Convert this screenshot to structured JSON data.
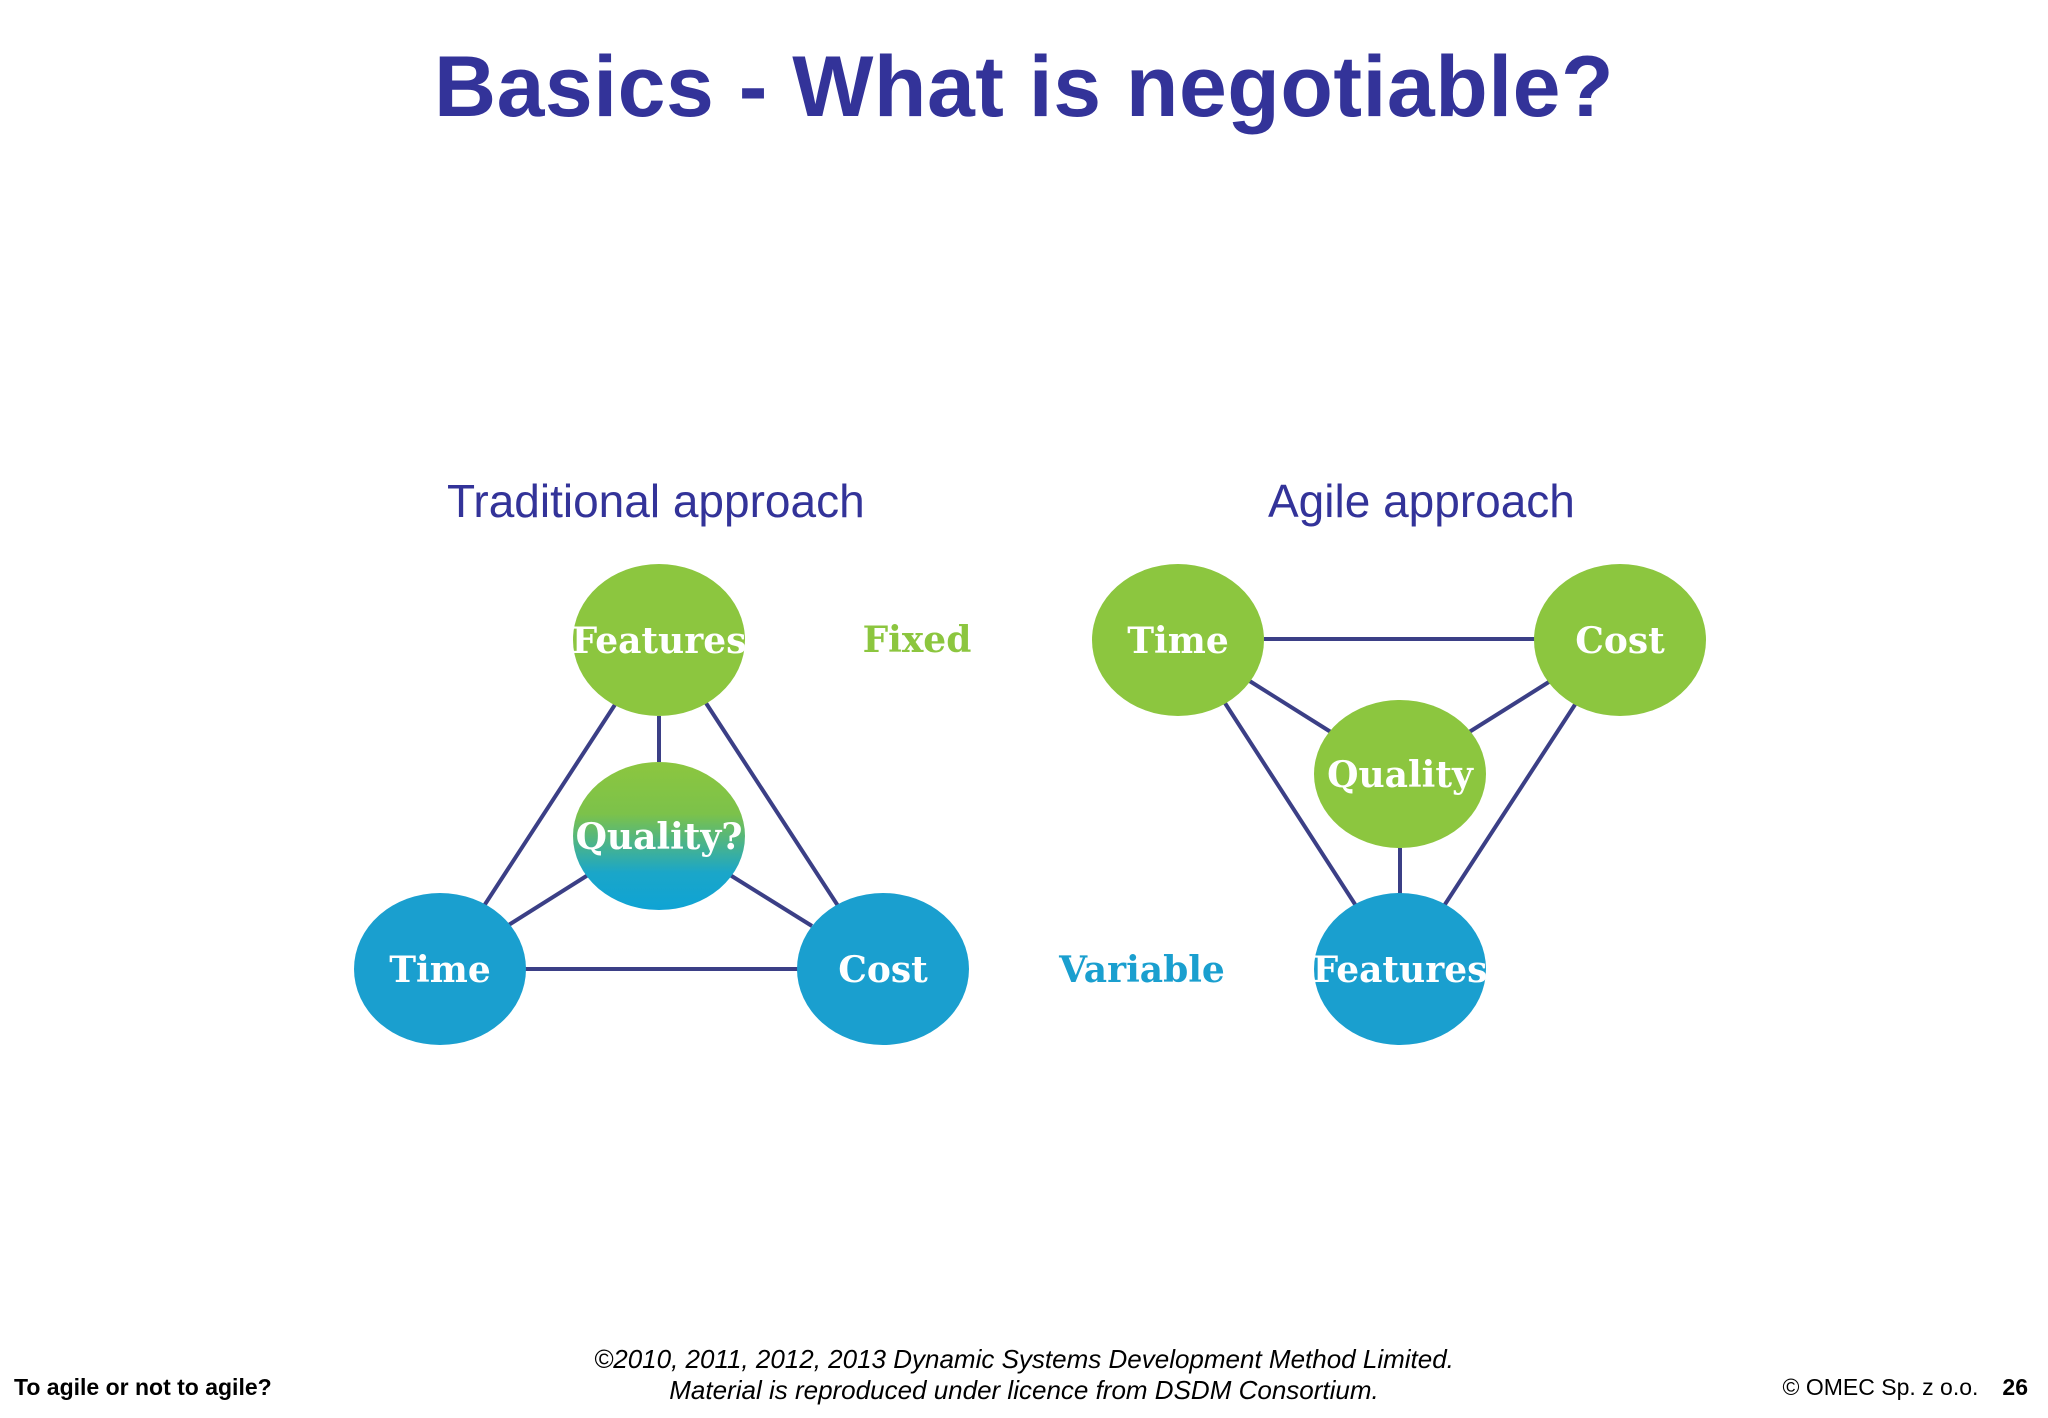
{
  "slide": {
    "title": "Basics - What is negotiable?"
  },
  "colors": {
    "title": "#333399",
    "fixed_green": "#8cc63f",
    "variable_blue": "#1a9fcf",
    "edge": "#3b3f86"
  },
  "diagrams": {
    "traditional": {
      "heading": "Traditional approach",
      "nodes": {
        "features": "Features",
        "quality": "Quality?",
        "time": "Time",
        "cost": "Cost"
      }
    },
    "agile": {
      "heading": "Agile approach",
      "nodes": {
        "time": "Time",
        "cost": "Cost",
        "quality": "Quality",
        "features": "Features"
      }
    },
    "legend": {
      "fixed": "Fixed",
      "variable": "Variable"
    }
  },
  "footer": {
    "left": "To agile or not to agile?",
    "copyright_line1": "©2010, 2011, 2012, 2013 Dynamic Systems Development Method Limited.",
    "copyright_line2": "Material is reproduced under licence from DSDM Consortium.",
    "company": "© OMEC Sp. z o.o.",
    "page_number": "26"
  }
}
